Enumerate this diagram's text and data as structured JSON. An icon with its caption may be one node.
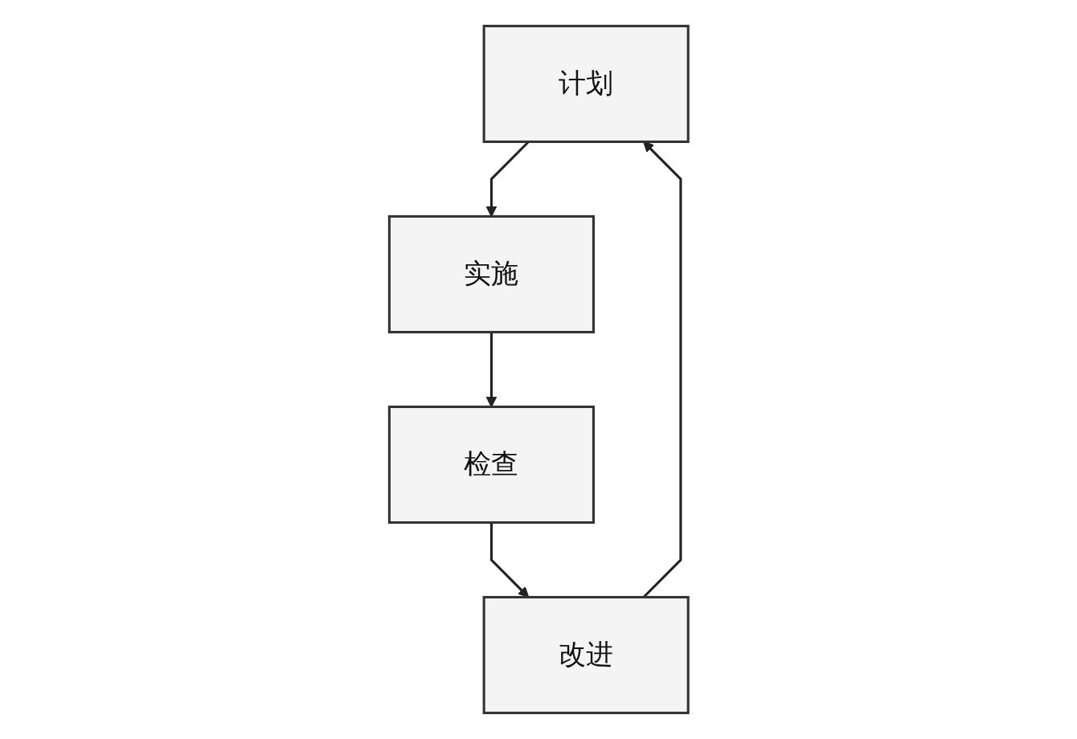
{
  "diagram": {
    "nodes": [
      {
        "text": [
          "计划"
        ]
      },
      {
        "text": [
          "实施"
        ]
      },
      {
        "text": [
          "检查"
        ]
      },
      {
        "text": [
          "改进"
        ]
      }
    ],
    "edges": [
      {
        "from": 3,
        "to": 0,
        "arrow": "to"
      },
      {
        "from": 0,
        "to": 1,
        "arrow": "to"
      },
      {
        "from": 1,
        "to": 2,
        "arrow": "to"
      },
      {
        "from": 2,
        "to": 3,
        "arrow": "to"
      }
    ]
  }
}
